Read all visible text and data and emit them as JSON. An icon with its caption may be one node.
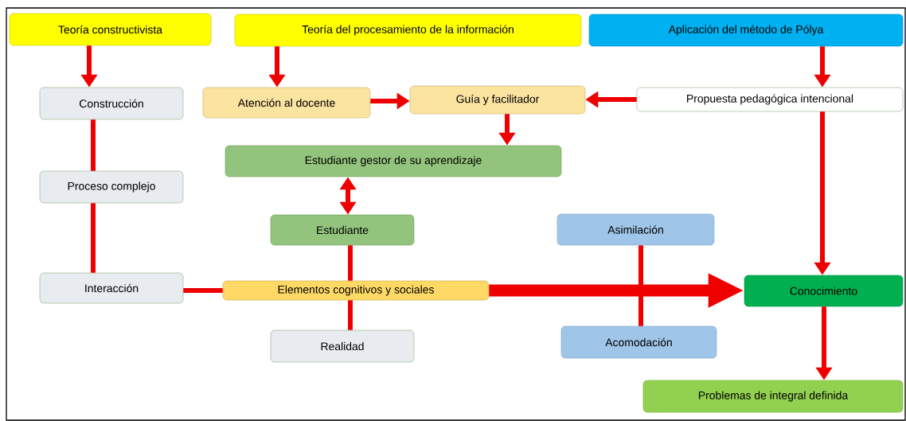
{
  "diagram": {
    "nodes": [
      {
        "text": [
          "Teoría constructivista"
        ]
      },
      {
        "text": [
          "Teoría del procesamiento de la información"
        ]
      },
      {
        "text": [
          "Aplicación del método de Pólya"
        ]
      },
      {
        "text": [
          "Construcción"
        ]
      },
      {
        "text": [
          "Atención al docente"
        ]
      },
      {
        "text": [
          "Guía y facilitador"
        ]
      },
      {
        "text": [
          "Propuesta pedagógica intencional"
        ]
      },
      {
        "text": [
          "Estudiante gestor de su aprendizaje"
        ]
      },
      {
        "text": [
          "Proceso complejo"
        ]
      },
      {
        "text": [
          "Estudiante"
        ]
      },
      {
        "text": [
          "Asimilación"
        ]
      },
      {
        "text": [
          "Interacción"
        ]
      },
      {
        "text": [
          "Elementos cognitivos y sociales"
        ]
      },
      {
        "text": [
          "Conocimiento"
        ]
      },
      {
        "text": [
          "Realidad"
        ]
      },
      {
        "text": [
          "Acomodación"
        ]
      },
      {
        "text": [
          "Problemas de integral definida"
        ]
      }
    ],
    "edges": [
      {
        "from": 0,
        "to": 3,
        "arrow": "to"
      },
      {
        "from": 1,
        "to": 4,
        "arrow": "to"
      },
      {
        "from": 2,
        "to": 6,
        "arrow": "to"
      },
      {
        "from": 4,
        "to": 5,
        "arrow": "to"
      },
      {
        "from": 6,
        "to": 5,
        "arrow": "to"
      },
      {
        "from": 5,
        "to": 7,
        "arrow": "to"
      },
      {
        "from": 7,
        "to": 9,
        "arrow": "both"
      },
      {
        "from": 3,
        "to": 8,
        "arrow": "none"
      },
      {
        "from": 8,
        "to": 11,
        "arrow": "none"
      },
      {
        "from": 11,
        "to": 12,
        "arrow": "none"
      },
      {
        "from": 9,
        "to": 12,
        "arrow": "none"
      },
      {
        "from": 12,
        "to": 14,
        "arrow": "none"
      },
      {
        "from": 12,
        "to": 13,
        "arrow": "to",
        "style": "thick"
      },
      {
        "from": 10,
        "to": 15,
        "arrow": "none"
      },
      {
        "from": 6,
        "to": 13,
        "arrow": "to"
      },
      {
        "from": 13,
        "to": 16,
        "arrow": "to"
      }
    ]
  }
}
